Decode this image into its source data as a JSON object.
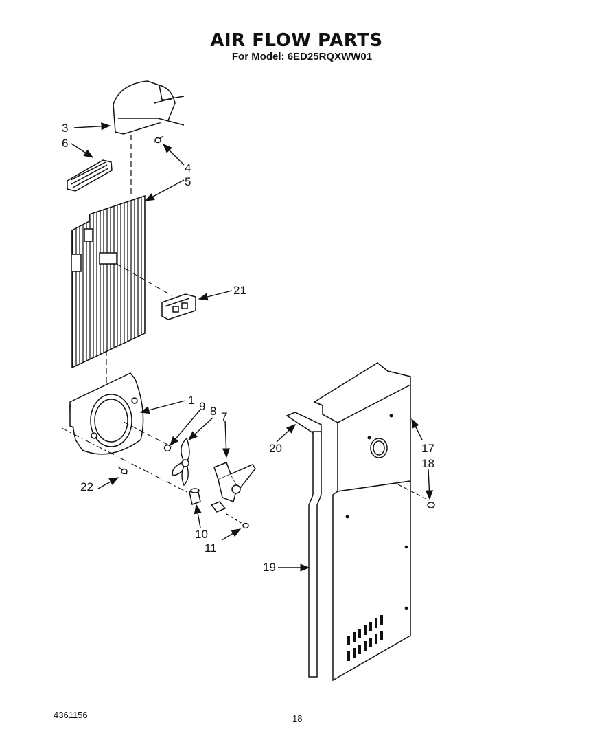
{
  "title": "AIR FLOW PARTS",
  "subtitle": "For Model: 6ED25RQXWW01",
  "footer": {
    "code": "4361156",
    "page": "18"
  },
  "callouts": [
    "1",
    "3",
    "4",
    "5",
    "6",
    "7",
    "8",
    "9",
    "10",
    "11",
    "17",
    "18",
    "19",
    "20",
    "21",
    "22"
  ]
}
